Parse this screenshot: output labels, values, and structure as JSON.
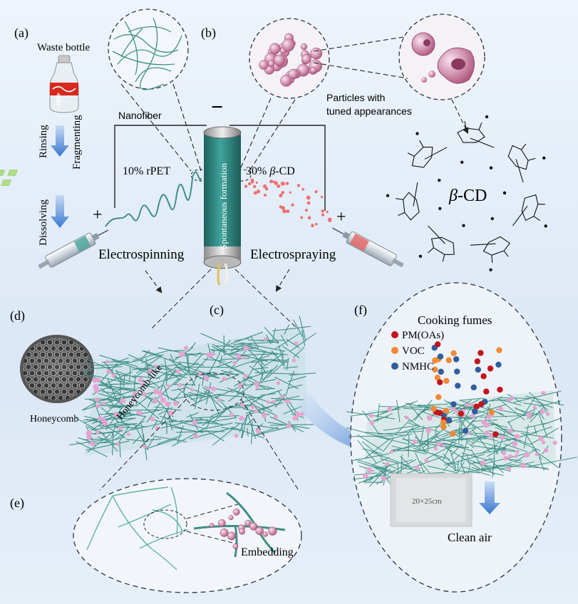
{
  "panels": {
    "a": "(a)",
    "b": "(b)",
    "c": "(c)",
    "d": "(d)",
    "e": "(e)",
    "f": "(f)"
  },
  "labels": {
    "waste_bottle": "Waste bottle",
    "rinsing": "Rinsing",
    "fragmenting": "Fragmenting",
    "dissolving": "Dissolving",
    "nanofiber": "Nanofiber",
    "rpet": "10% rPET",
    "bcd_solution_prefix": "30% ",
    "bcd_solution_beta": "β",
    "bcd_solution_suffix": "-CD",
    "minus": "−",
    "plus_left": "+",
    "plus_right": "+",
    "particles_line1": "Particles with",
    "particles_line2": "tuned appearances",
    "spontaneous": "Spontaneous formation",
    "electrospinning": "Electrospinning",
    "electrospraying": "Electrospraying",
    "bcd_beta": "β",
    "bcd_suffix": "-CD",
    "honeycomb": "Honeycomb",
    "honeycomb_like": "Honeycomb-like",
    "embedding": "Embedding",
    "cooking_fumes": "Cooking fumes",
    "sample_size": "20×25cm",
    "clean_air": "Clean air"
  },
  "legend": [
    {
      "label": "PM(OAs)",
      "color": "#c0161c"
    },
    {
      "label": "VOC",
      "color": "#ef8a34"
    },
    {
      "label": "NMHC",
      "color": "#2f5d9e"
    }
  ],
  "colors": {
    "fiber": "#3f8f86",
    "particle": "#e8a0cf",
    "spray": "#ef6f6f",
    "collector": "#2c7d79",
    "arrow_blue": "#3a78d0"
  },
  "icons": [
    "bottle-icon",
    "flakes-icon",
    "syringe-icon",
    "honeycomb-icon",
    "down-arrow-icon"
  ]
}
